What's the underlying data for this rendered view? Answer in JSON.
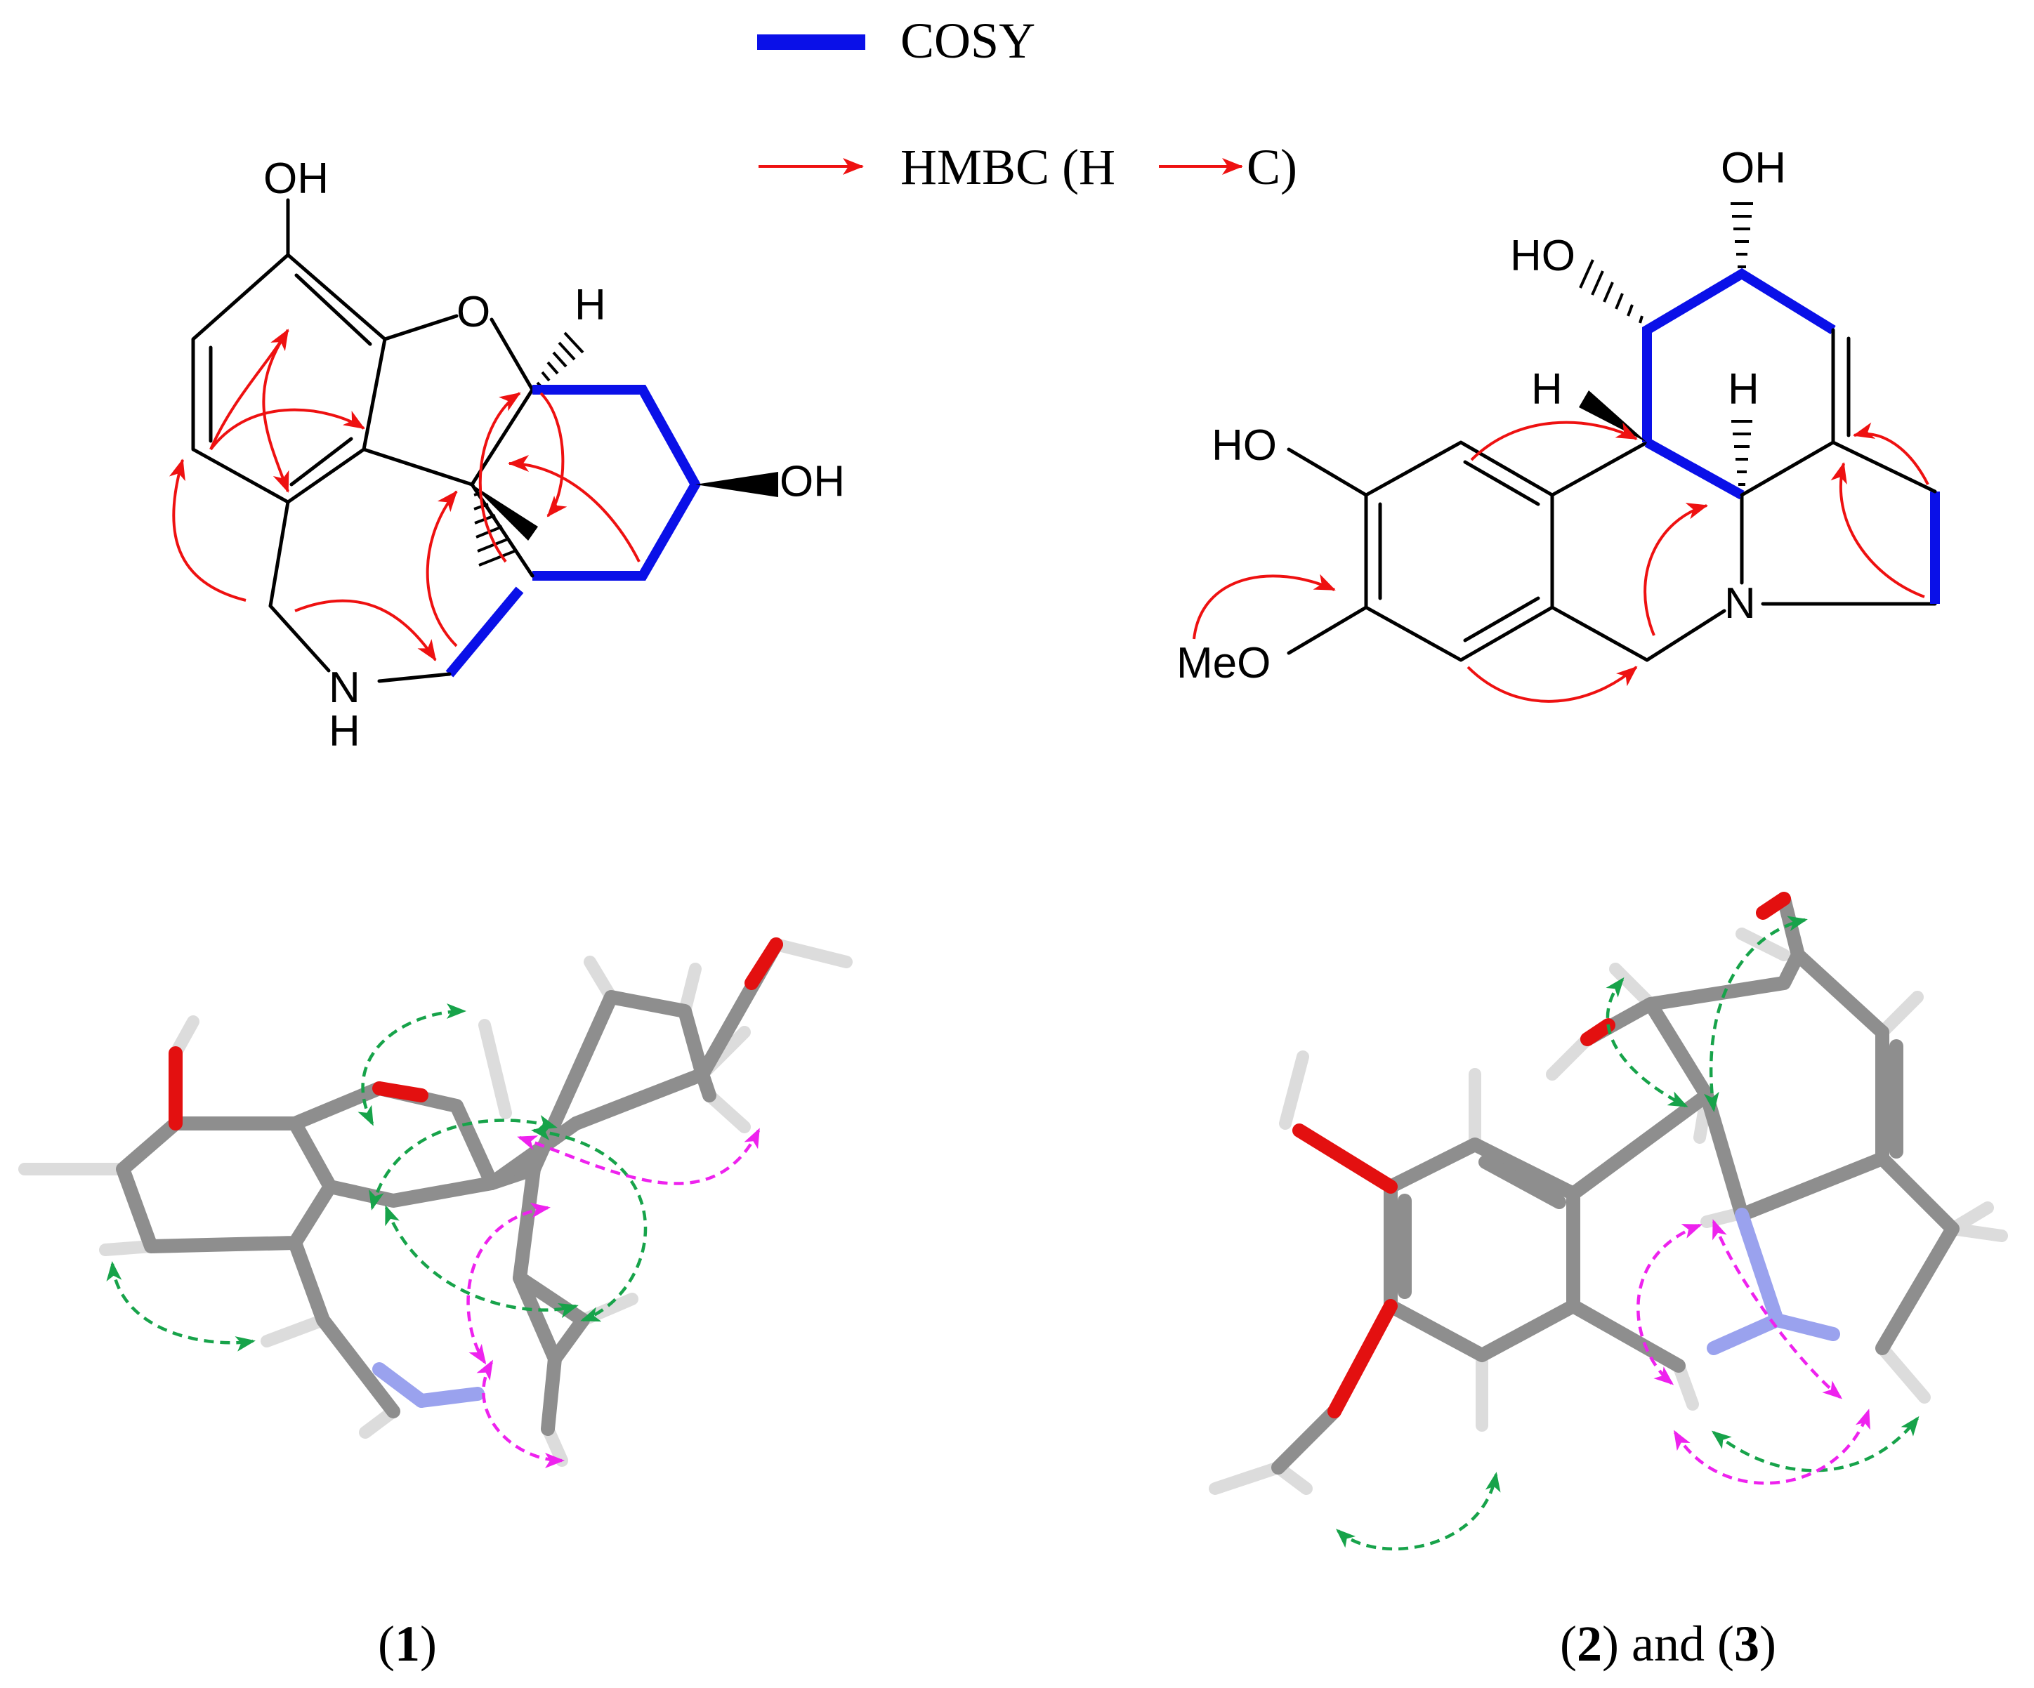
{
  "legend": {
    "cosy_label": "COSY",
    "hmbc_label_pre": "HMBC (H",
    "hmbc_label_post": "C)",
    "cosy_color": "#0a10e8",
    "hmbc_color": "#ee1111"
  },
  "compound1": {
    "atoms": {
      "oh_top": "OH",
      "o_ring": "O",
      "h_stereo": "H",
      "oh_right": "OH",
      "nh_n": "N",
      "nh_h": "H"
    },
    "caption_open": "(",
    "caption_num": "1",
    "caption_close": ")"
  },
  "compound2": {
    "atoms": {
      "oh_top": "OH",
      "ho_left": "HO",
      "h_left": "H",
      "h_mid": "H",
      "ho_aryl": "HO",
      "n": "N",
      "meo": "MeO"
    },
    "caption_open1": "(",
    "caption_num1": "2",
    "caption_mid": ") and (",
    "caption_num2": "3",
    "caption_close": ")"
  },
  "noe_colors": {
    "green": "#17a34a",
    "magenta": "#ee22ee"
  },
  "atom_colors": {
    "carbon": "#8e8e8e",
    "hydrogen": "#dcdcdc",
    "oxygen": "#e31010",
    "nitrogen": "#9aa2ee"
  }
}
